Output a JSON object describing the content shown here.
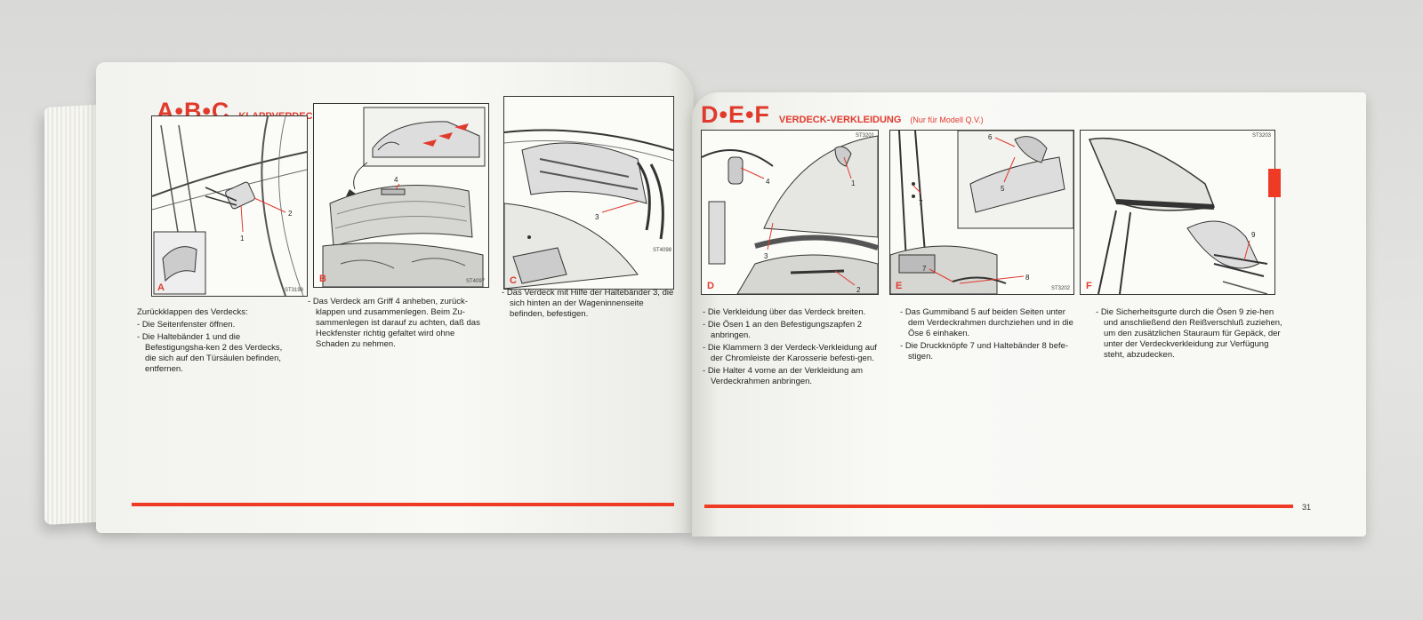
{
  "left_page": {
    "heading_letters": "A•B•C",
    "heading_title": "KLAPPVERDECK",
    "panels": [
      {
        "label": "A",
        "code": "ST3198",
        "callouts": [
          "1",
          "2"
        ]
      },
      {
        "label": "B",
        "code": "ST4097",
        "callouts": [
          "4"
        ]
      },
      {
        "label": "C",
        "code": "ST4098",
        "callouts": [
          "3"
        ]
      }
    ],
    "col1": {
      "intro": "Zurückklappen des Verdecks:",
      "items": [
        "Die Seitenfenster öffnen.",
        "Die Haltebänder 1 und die Befestigungsha-ken 2 des Verdecks, die sich auf den Türsäulen befinden, entfernen."
      ]
    },
    "col2": {
      "items": [
        "Das Verdeck am Griff 4 anheben, zurück-klappen und zusammenlegen. Beim Zu-sammenlegen ist darauf zu achten, daß das Heckfenster richtig gefaltet wird ohne Schaden zu nehmen."
      ]
    },
    "col3": {
      "items": [
        "Das Verdeck mit Hilfe der Haltebänder 3, die sich hinten an der Wageninnenseite befinden, befestigen."
      ]
    }
  },
  "right_page": {
    "heading_letters": "D•E•F",
    "heading_title": "VERDECK-VERKLEIDUNG",
    "heading_note": "(Nur für Modell Q.V.)",
    "page_number": "31",
    "panels": [
      {
        "label": "D",
        "code": "ST3201",
        "callouts": [
          "1",
          "2",
          "3",
          "4"
        ]
      },
      {
        "label": "E",
        "code": "ST3202",
        "callouts": [
          "5",
          "6",
          "7",
          "7",
          "8"
        ]
      },
      {
        "label": "F",
        "code": "ST3203",
        "callouts": [
          "9"
        ]
      }
    ],
    "col1": {
      "items": [
        "Die Verkleidung über das Verdeck breiten.",
        "Die Ösen 1 an den Befestigungszapfen 2 anbringen.",
        "Die Klammern 3 der Verdeck-Verkleidung auf der Chromleiste der Karosserie befesti-gen.",
        "Die Halter 4 vorne an der Verkleidung am Verdeckrahmen anbringen."
      ]
    },
    "col2": {
      "items": [
        "Das Gummiband 5 auf beiden Seiten unter dem Verdeckrahmen durchziehen und in die Öse 6 einhaken.",
        "Die Druckknöpfe 7 und Haltebänder 8 befe-stigen."
      ]
    },
    "col3": {
      "items": [
        "Die Sicherheitsgurte durch die Ösen 9 zie-hen und anschließend den Reißverschluß zuziehen, um den zusätzlichen Stauraum für Gepäck, der unter der Verdeckverkleidung zur Verfügung steht, abzudecken."
      ]
    }
  },
  "colors": {
    "accent_red": "#e13a2d",
    "rule_red": "#ef3b26",
    "paper": "#f7f7f3",
    "background": "#dcdcda"
  }
}
